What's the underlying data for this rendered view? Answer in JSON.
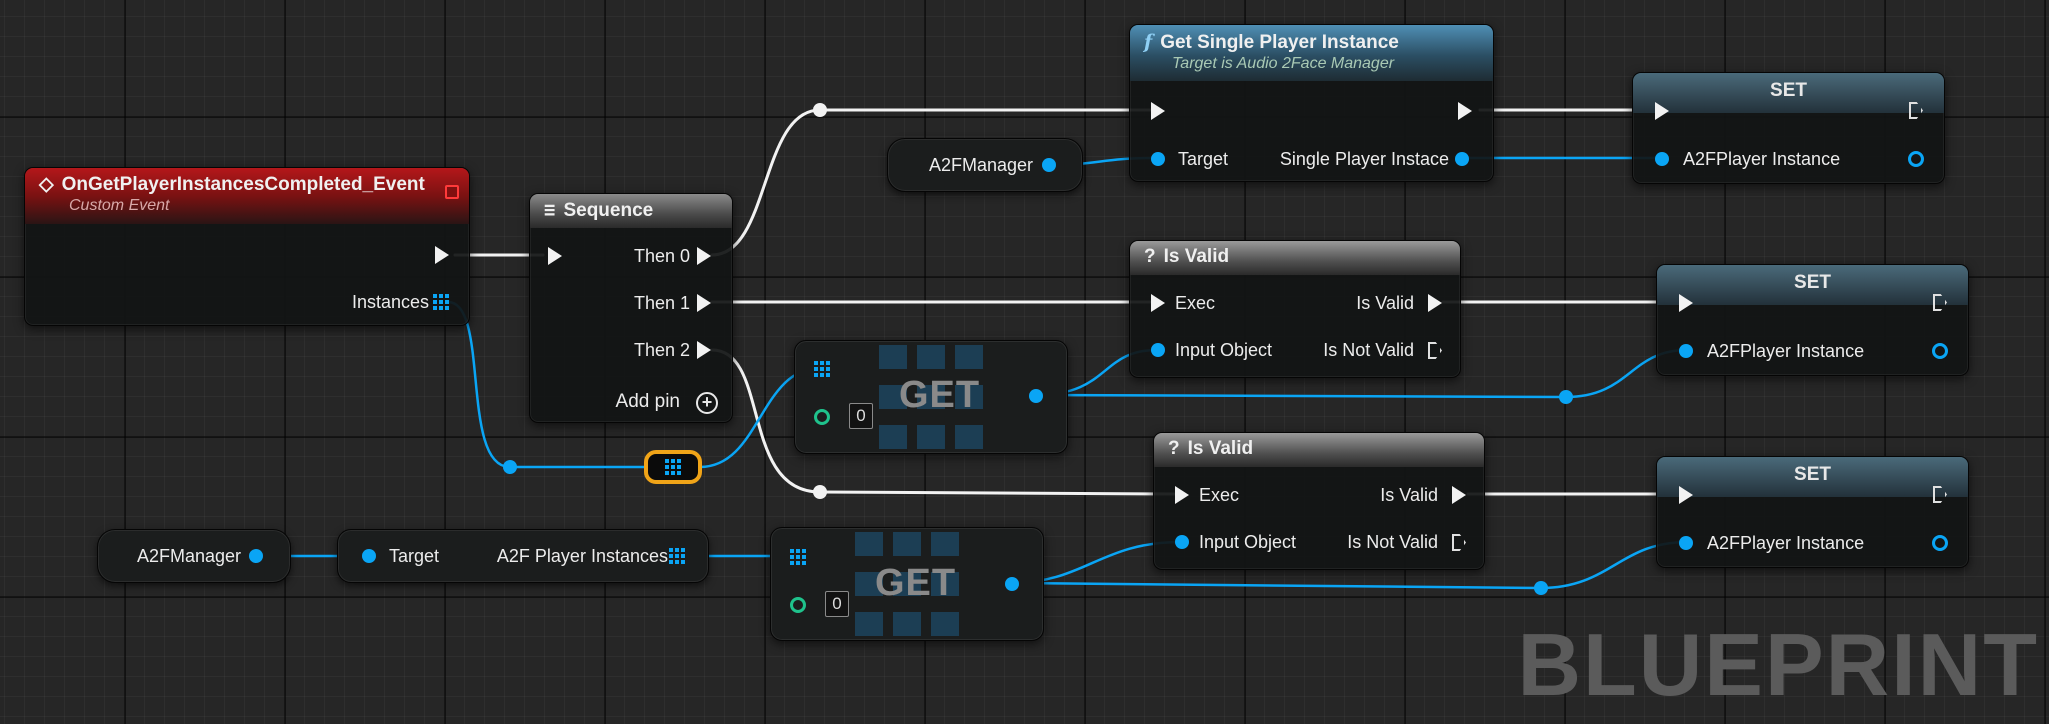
{
  "watermark": "BLUEPRINT",
  "event_node": {
    "title": "OnGetPlayerInstancesCompleted_Event",
    "subtitle": "Custom Event",
    "out_pin": "Instances"
  },
  "sequence_node": {
    "title": "Sequence",
    "outputs": [
      "Then 0",
      "Then 1",
      "Then 2"
    ],
    "add_pin": "Add pin"
  },
  "get_single_node": {
    "title": "Get Single Player Instance",
    "subtitle": "Target is Audio 2Face Manager",
    "in_pin": "Target",
    "out_pin": "Single Player Instace"
  },
  "var_manager_1": {
    "label": "A2FManager"
  },
  "var_manager_2": {
    "label": "A2FManager"
  },
  "get_instances_node": {
    "in_pin": "Target",
    "out_pin": "A2F Player Instances"
  },
  "set_nodes": [
    {
      "title": "SET",
      "pin": "A2FPlayer Instance"
    },
    {
      "title": "SET",
      "pin": "A2FPlayer Instance"
    },
    {
      "title": "SET",
      "pin": "A2FPlayer Instance"
    }
  ],
  "is_valid_nodes": [
    {
      "title": "Is Valid",
      "exec": "Exec",
      "input": "Input Object",
      "out_valid": "Is Valid",
      "out_not_valid": "Is Not Valid"
    },
    {
      "title": "Is Valid",
      "exec": "Exec",
      "input": "Input Object",
      "out_valid": "Is Valid",
      "out_not_valid": "Is Not Valid"
    }
  ],
  "get_nodes": [
    {
      "title": "GET",
      "index": "0"
    },
    {
      "title": "GET",
      "index": "0"
    }
  ],
  "colors": {
    "exec_wire": "#f2f2f2",
    "object_wire": "#0aa5f5",
    "event_header": "#b4171a",
    "function_header": "#4f8fb5",
    "reroute_highlight": "#f0a418"
  },
  "icons": [
    "event-diamond-icon",
    "sequence-icon",
    "function-icon",
    "question-icon",
    "stop-icon",
    "add-pin-icon",
    "array-pin-icon"
  ]
}
